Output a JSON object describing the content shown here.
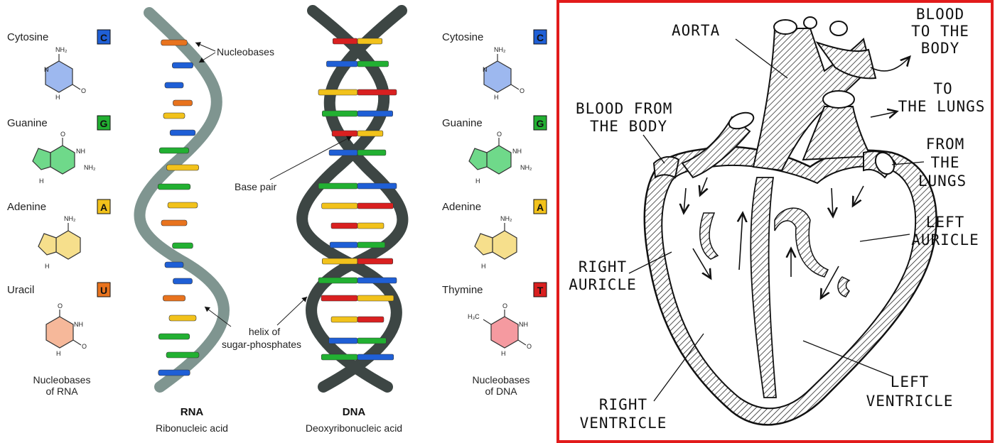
{
  "left_panel": {
    "rna_bases": [
      {
        "name": "Cytosine",
        "letter": "C",
        "color": "#1f5fd6"
      },
      {
        "name": "Guanine",
        "letter": "G",
        "color": "#22b032"
      },
      {
        "name": "Adenine",
        "letter": "A",
        "color": "#f2c21b"
      },
      {
        "name": "Uracil",
        "letter": "U",
        "color": "#e8731e"
      }
    ],
    "dna_bases": [
      {
        "name": "Cytosine",
        "letter": "C",
        "color": "#1f5fd6"
      },
      {
        "name": "Guanine",
        "letter": "G",
        "color": "#22b032"
      },
      {
        "name": "Adenine",
        "letter": "A",
        "color": "#f2c21b"
      },
      {
        "name": "Thymine",
        "letter": "T",
        "color": "#d92020"
      }
    ],
    "struct_labels": {
      "nh2": "NH₂",
      "nh": "NH",
      "n": "N",
      "h": "H",
      "o": "O",
      "h3c": "H₃C"
    },
    "rna_footer": {
      "line1": "Nucleobases",
      "line2": "of RNA"
    },
    "dna_footer": {
      "line1": "Nucleobases",
      "line2": "of DNA"
    },
    "callouts": {
      "nucleobases": "Nucleobases",
      "base_pair": "Base pair",
      "helix_line1": "helix of",
      "helix_line2": "sugar-phosphates"
    },
    "rna_title": "RNA",
    "rna_subtitle": "Ribonucleic acid",
    "dna_title": "DNA",
    "dna_subtitle": "Deoxyribonucleic acid",
    "colors": {
      "rna_backbone": "#7f9590",
      "dna_backbone": "#3d4644",
      "cytosine": "#1f5fd6",
      "guanine": "#22b032",
      "adenine": "#f2c21b",
      "uracil": "#e8731e",
      "thymine": "#d92020"
    }
  },
  "right_panel": {
    "border_color": "#e21b1b",
    "labels": {
      "aorta": "AORTA",
      "blood_to_body_1": "BLOOD",
      "blood_to_body_2": "TO THE",
      "blood_to_body_3": "BODY",
      "to_lungs_1": "TO",
      "to_lungs_2": "THE LUNGS",
      "blood_from_body_1": "BLOOD FROM",
      "blood_from_body_2": "THE BODY",
      "from_lungs_1": "FROM",
      "from_lungs_2": "THE",
      "from_lungs_3": "LUNGS",
      "left_auricle_1": "LEFT",
      "left_auricle_2": "AURICLE",
      "right_auricle_1": "RIGHT",
      "right_auricle_2": "AURICLE",
      "left_ventricle_1": "LEFT",
      "left_ventricle_2": "VENTRICLE",
      "right_ventricle_1": "RIGHT",
      "right_ventricle_2": "VENTRICLE"
    }
  }
}
